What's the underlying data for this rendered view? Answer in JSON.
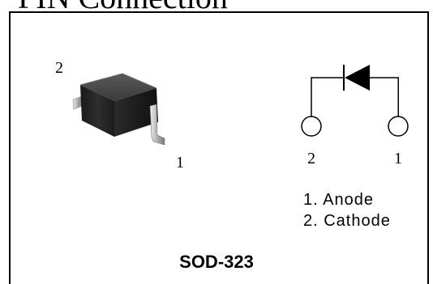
{
  "heading": "PIN Connection",
  "package": {
    "pin_label_top_left": "2",
    "pin_label_bottom_right": "1"
  },
  "symbol": {
    "pin_left_number": "2",
    "pin_right_number": "1"
  },
  "legend": [
    "1. Anode",
    "2. Cathode"
  ],
  "package_name": "SOD-323",
  "colors": {
    "line": "#000000",
    "component_body": "#3a3a3a",
    "lead": "#c8c8c8"
  }
}
